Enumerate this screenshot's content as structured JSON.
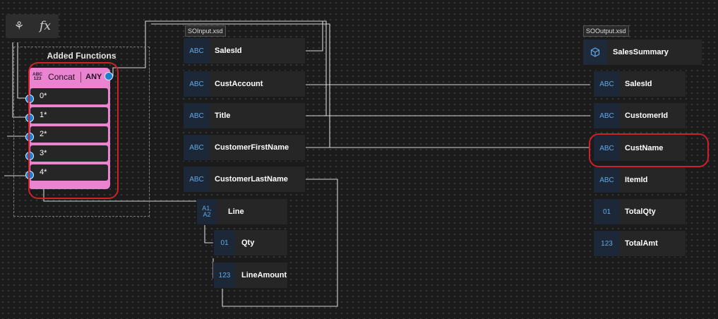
{
  "toolbar": {
    "schema_icon_glyph": "⚘",
    "function_label": "fx"
  },
  "functions_panel": {
    "title": "Added Functions",
    "function": {
      "type_badge": [
        "ABC",
        "123"
      ],
      "name": "Concat",
      "output_type": "ANY",
      "inputs": [
        "0*",
        "1*",
        "2*",
        "3*",
        "4*"
      ],
      "color": "#ea84d1"
    }
  },
  "source_schema": {
    "file": "SOInput.xsd",
    "fields": [
      {
        "type": "ABC",
        "name": "SalesId"
      },
      {
        "type": "ABC",
        "name": "CustAccount"
      },
      {
        "type": "ABC",
        "name": "Title"
      },
      {
        "type": "ABC",
        "name": "CustomerFirstName"
      },
      {
        "type": "ABC",
        "name": "CustomerLastName"
      }
    ],
    "line": {
      "type": "A1, A2",
      "name": "Line",
      "children": [
        {
          "type": "01",
          "name": "Qty"
        },
        {
          "type": "123",
          "name": "LineAmount"
        }
      ]
    }
  },
  "target_schema": {
    "file": "SOOutput.xsd",
    "root": {
      "icon": "cube-icon",
      "name": "SalesSummary"
    },
    "fields": [
      {
        "type": "ABC",
        "name": "SalesId"
      },
      {
        "type": "ABC",
        "name": "CustomerId"
      },
      {
        "type": "ABC",
        "name": "CustName"
      },
      {
        "type": "ABC",
        "name": "ItemId"
      },
      {
        "type": "01",
        "name": "TotalQty"
      },
      {
        "type": "123",
        "name": "TotalAmt"
      }
    ]
  },
  "highlight_color": "#d0202c",
  "accent_color": "#62a8e6"
}
